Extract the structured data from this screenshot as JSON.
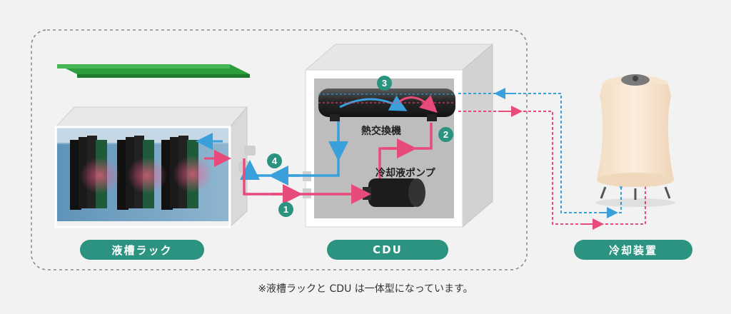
{
  "labels": {
    "tank_rack": "液槽ラック",
    "cdu": "CDU",
    "cooling_unit": "冷却装置",
    "heat_exchanger": "熱交換機",
    "coolant_pump": "冷却液ポンプ"
  },
  "note": "※液槽ラックと CDU は一体型になっています。",
  "steps": [
    "1",
    "2",
    "3",
    "4"
  ],
  "colors": {
    "accent": "#2b9380",
    "hot": "#e84a7a",
    "cold": "#3aa0dc",
    "lid": "#2e9d3e"
  }
}
